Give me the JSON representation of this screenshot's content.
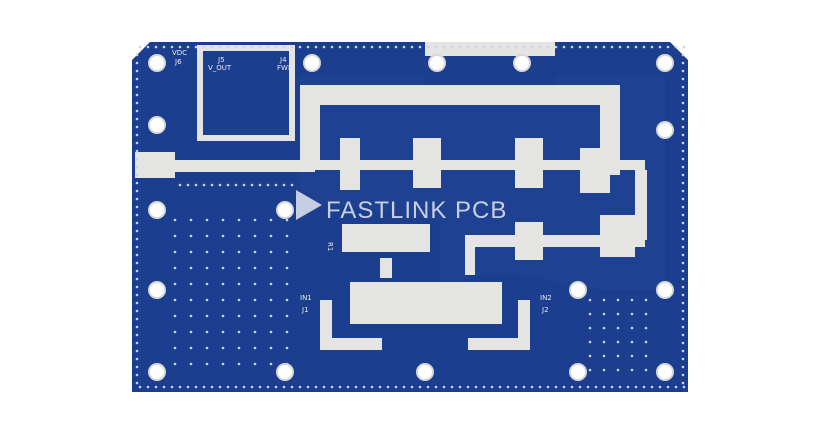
{
  "board": {
    "colors": {
      "solder_mask": "#1c3e8e",
      "copper_finish": "#e4e4e2",
      "background": "#ffffff"
    },
    "silkscreen": {
      "vdc": "VDC",
      "j6": "J6",
      "j5": "J5",
      "v_out": "V_OUT",
      "j4": "J4",
      "fwd": "FWD",
      "r1": "R1",
      "in1": "IN1",
      "j1": "J1",
      "in2": "IN2",
      "j2": "J2"
    },
    "watermark": "FASTLINK PCB"
  }
}
